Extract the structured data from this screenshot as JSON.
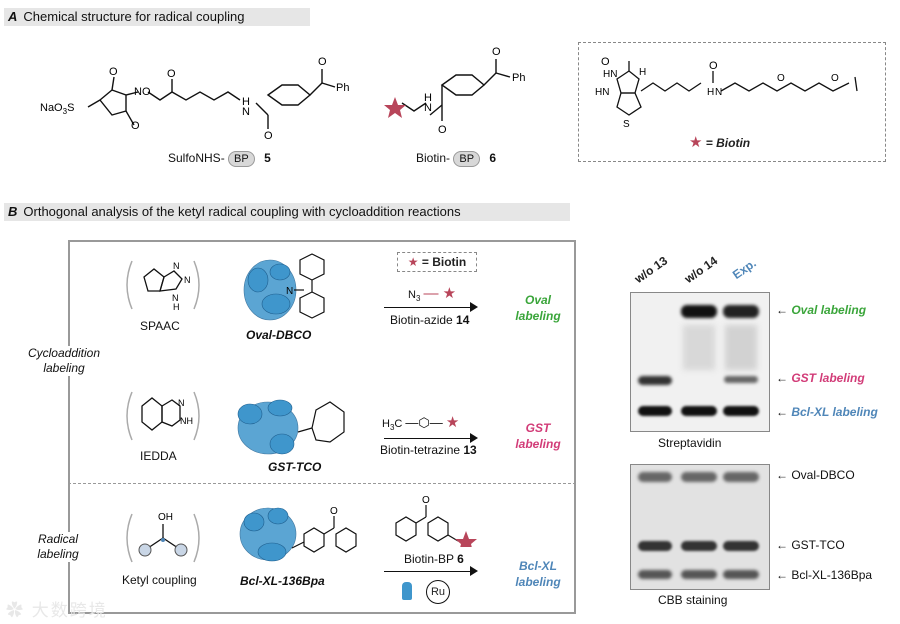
{
  "section_a": {
    "letter": "A",
    "title": "Chemical structure for radical coupling"
  },
  "section_b": {
    "letter": "B",
    "title": "Orthogonal analysis of the ketyl radical coupling with cycloaddition reactions"
  },
  "compound5": {
    "prefix": "SulfoNHS-",
    "tag": "BP",
    "number": "5",
    "na_label": "NaO",
    "na_sub": "3",
    "s_label": "S",
    "ph": "Ph"
  },
  "compound6": {
    "prefix": "Biotin-",
    "tag": "BP",
    "number": "6",
    "ph": "Ph"
  },
  "biotin_key": {
    "label": "= Biotin"
  },
  "panel_b": {
    "group1": "Cycloaddition\nlabeling",
    "group2": "Radical\nlabeling",
    "rows": [
      {
        "reaction": "SPAAC",
        "protein": "Oval-DBCO",
        "reagent_prefix": "Biotin-azide ",
        "reagent_num": "14",
        "result": "Oval\nlabeling",
        "result_color": "#3aa53a"
      },
      {
        "reaction": "IEDDA",
        "protein": "GST-TCO",
        "reagent_prefix": "Biotin-tetrazine ",
        "reagent_num": "13",
        "result": "GST\nlabeling",
        "result_color": "#d23c78"
      },
      {
        "reaction": "Ketyl coupling",
        "protein": "Bcl-XL-136Bpa",
        "reagent_prefix": "Biotin-BP ",
        "reagent_num": "6",
        "result": "Bcl-XL\nlabeling",
        "result_color": "#4f86b8"
      }
    ],
    "biotin_box": "= Biotin",
    "azide": "N",
    "azide_sub": "3",
    "methyl": "H",
    "methyl_sub": "3",
    "methyl_c": "C",
    "ru": "Ru",
    "oh": "OH"
  },
  "gel": {
    "lanes": [
      "w/o 13",
      "w/o 14",
      "Exp."
    ],
    "lane_colors": [
      "#111111",
      "#111111",
      "#4f86b8"
    ],
    "top_caption": "Streptavidin",
    "bottom_caption": "CBB staining",
    "top_bands": [
      {
        "label": "Oval labeling",
        "color": "#3aa53a"
      },
      {
        "label": "GST labeling",
        "color": "#d23c78"
      },
      {
        "label": "Bcl-XL labeling",
        "color": "#4f86b8"
      }
    ],
    "bottom_bands": [
      {
        "label": "Oval-DBCO"
      },
      {
        "label": "GST-TCO"
      },
      {
        "label": "Bcl-XL-136Bpa"
      }
    ]
  },
  "watermark": "大数跨境"
}
